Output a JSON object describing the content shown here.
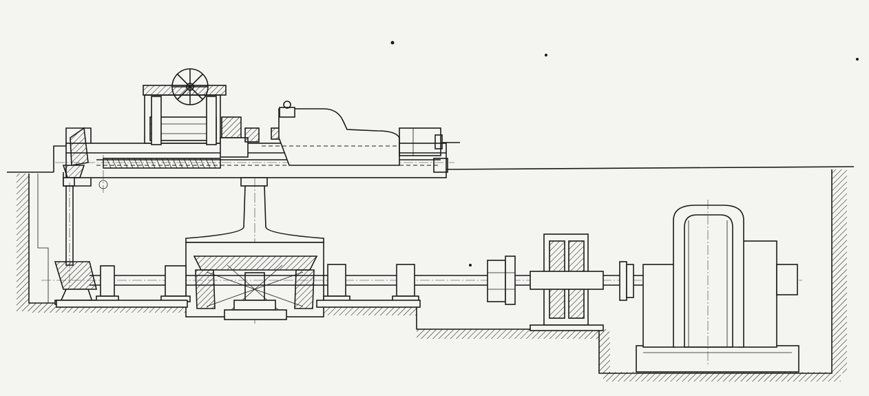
{
  "drawing": {
    "colors": {
      "paper": "#f4f4f1",
      "ink": "#1a1a1a"
    },
    "components": [
      "boring-bar",
      "handwheel",
      "tool-head",
      "column",
      "bevel-gear-drive",
      "line-shaft",
      "flywheel",
      "flexible-coupling",
      "electric-motor",
      "foundation-pit"
    ]
  }
}
